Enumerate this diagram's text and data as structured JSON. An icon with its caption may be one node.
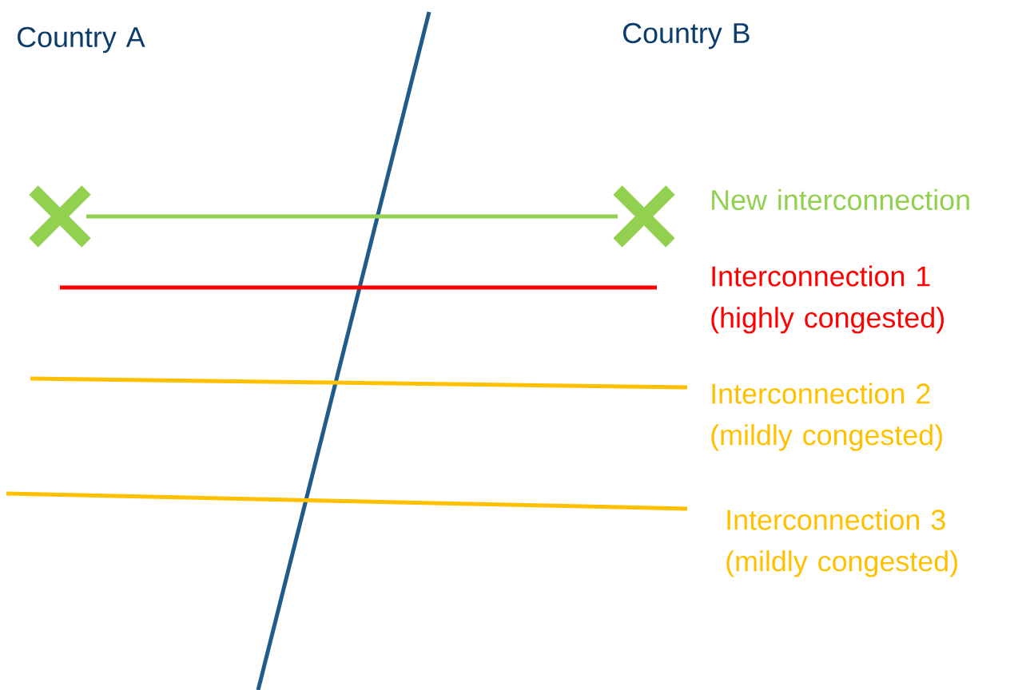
{
  "diagram": {
    "nodes": [
      {
        "text": [],
        "shape": "cross"
      },
      {
        "text": [],
        "shape": "cross"
      }
    ],
    "edges": [
      {
        "from": 0,
        "to": 1,
        "arrow": "none",
        "color": "#92d050"
      }
    ],
    "labels": [
      "Country A",
      "Country B",
      "New interconnection",
      "Interconnection 1 (highly congested)",
      "Interconnection 2 (mildly congested)",
      "Interconnection 3 (mildly congested)"
    ]
  }
}
